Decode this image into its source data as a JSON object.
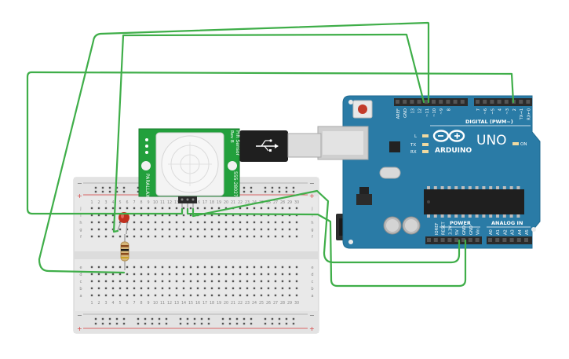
{
  "arduino": {
    "brand": "ARDUINO",
    "model": "UNO",
    "on_label": "ON",
    "l_label": "L",
    "tx_label": "TX",
    "rx_label": "RX",
    "digital_label": "DIGITAL (PWM~)",
    "power_label": "POWER",
    "analog_label": "ANALOG IN",
    "top_pins": [
      "AREF",
      "GND",
      "13",
      "12",
      "~11",
      "~10",
      "~9",
      "8",
      "7",
      "~6",
      "~5",
      "4",
      "~3",
      "2",
      "TX→1",
      "RX←0"
    ],
    "power_pins": [
      "IOREF",
      "RESET",
      "3.3V",
      "5V",
      "GND",
      "GND",
      "Vin"
    ],
    "analog_pins": [
      "A0",
      "A1",
      "A2",
      "A3",
      "A4",
      "A5"
    ]
  },
  "sensor": {
    "title": "PIR Sensor",
    "rev": "Rev B",
    "part": "555-28027",
    "brand": "PARALLAX"
  },
  "breadboard": {
    "columns": [
      "1",
      "2",
      "3",
      "4",
      "5",
      "6",
      "7",
      "8",
      "9",
      "10",
      "11",
      "12",
      "13",
      "14",
      "15",
      "16",
      "17",
      "18",
      "19",
      "20",
      "21",
      "22",
      "23",
      "24",
      "25",
      "26",
      "27",
      "28",
      "29",
      "30"
    ],
    "rows_top": [
      "j",
      "i",
      "h",
      "g",
      "f"
    ],
    "rows_bottom": [
      "e",
      "d",
      "c",
      "b",
      "a"
    ],
    "minus": "−",
    "plus": "+"
  },
  "colors": {
    "wire": "#3fae49",
    "board": "#2a7ba6",
    "sensor_pcb": "#22a03c",
    "breadboard": "#e9e9e9",
    "rail_red": "#d43b3b",
    "led": "#c0301f"
  }
}
